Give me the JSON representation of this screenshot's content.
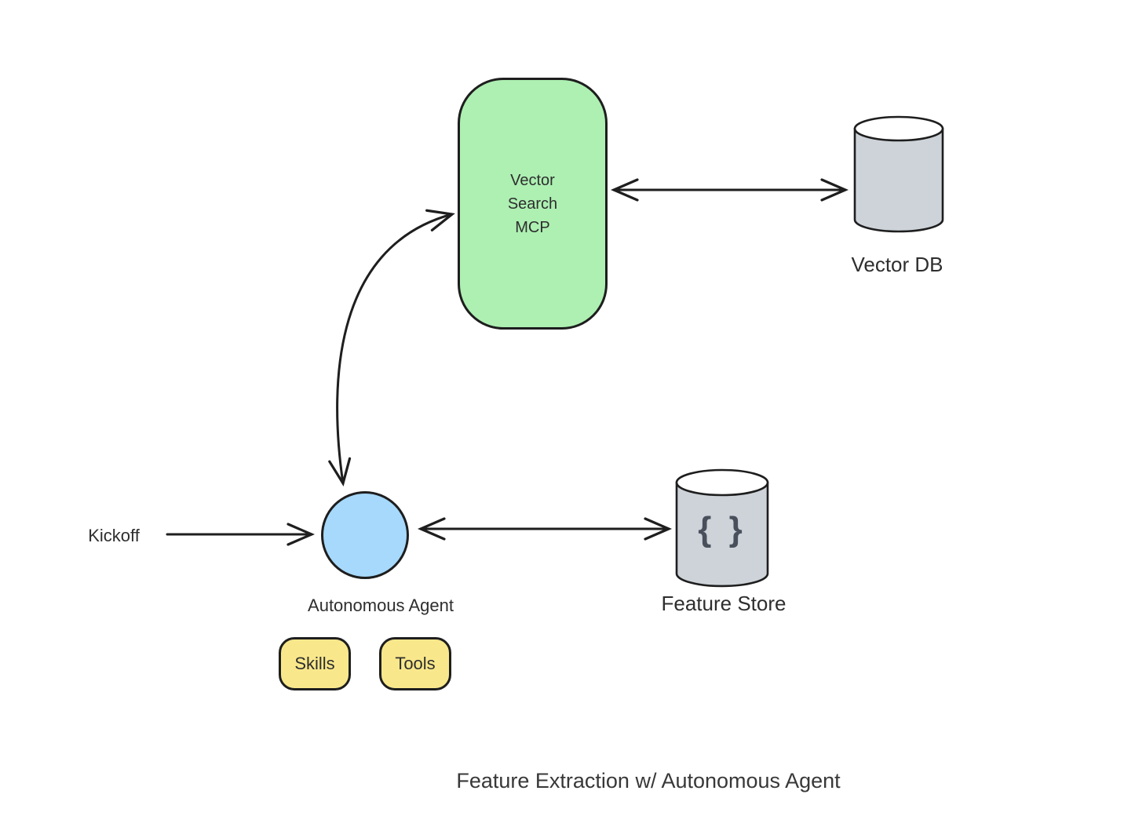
{
  "title": "Feature Extraction w/ Autonomous Agent",
  "nodes": {
    "vector_search_mcp": {
      "label": "Vector\nSearch\nMCP",
      "fill": "#adf0b2"
    },
    "vector_db": {
      "label": "Vector DB",
      "fill": "#cdd3d9"
    },
    "feature_store": {
      "label": "Feature Store",
      "icon": "{ }",
      "fill": "#cdd3d9"
    },
    "autonomous_agent": {
      "label": "Autonomous Agent",
      "fill": "#a6d9fc"
    },
    "skills": {
      "label": "Skills",
      "fill": "#f9e88b"
    },
    "tools": {
      "label": "Tools",
      "fill": "#f9e88b"
    },
    "kickoff": {
      "label": "Kickoff"
    }
  },
  "edges": [
    {
      "from": "kickoff",
      "to": "autonomous_agent",
      "arrows": "end",
      "shape": "straight"
    },
    {
      "from": "autonomous_agent",
      "to": "vector_search_mcp",
      "arrows": "both",
      "shape": "curved"
    },
    {
      "from": "vector_search_mcp",
      "to": "vector_db",
      "arrows": "both",
      "shape": "straight"
    },
    {
      "from": "autonomous_agent",
      "to": "feature_store",
      "arrows": "both",
      "shape": "straight"
    }
  ],
  "colors": {
    "stroke": "#1e1e1e",
    "label_text": "#2e2e2e",
    "braces_icon": "#49505c"
  }
}
